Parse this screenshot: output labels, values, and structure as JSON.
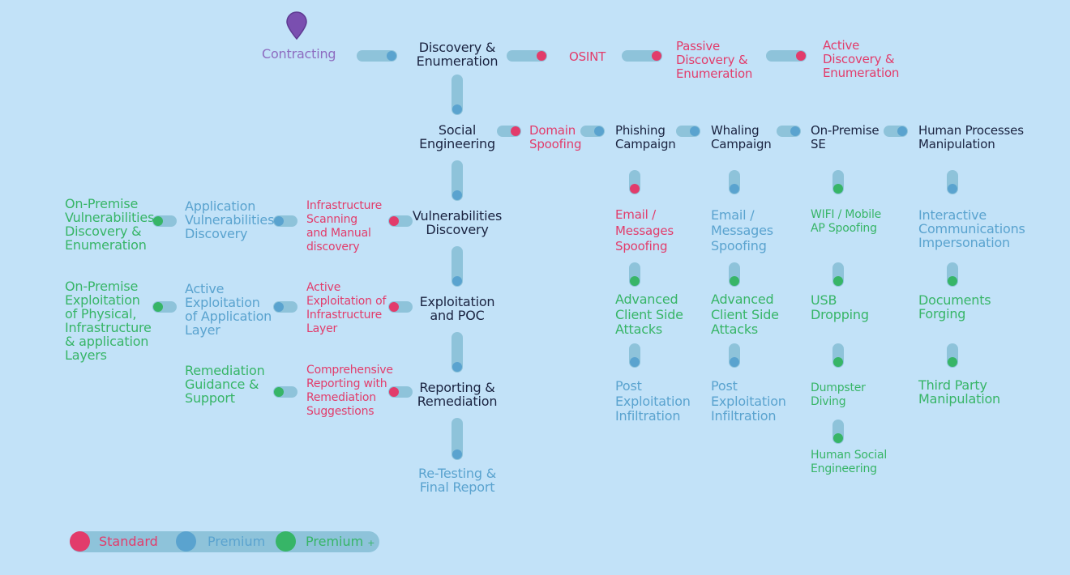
{
  "start": {
    "label": "Contracting"
  },
  "main_flow": [
    {
      "id": "discovery",
      "label": "Discovery &\nEnumeration"
    },
    {
      "id": "social",
      "label": "Social\nEngineering"
    },
    {
      "id": "vuln",
      "label": "Vulnerabilities\nDiscovery"
    },
    {
      "id": "exploit",
      "label": "Exploitation\nand POC"
    },
    {
      "id": "reporting",
      "label": "Reporting &\nRemediation"
    },
    {
      "id": "retest",
      "label": "Re-Testing &\nFinal Report"
    }
  ],
  "discovery_branch": {
    "osint": "OSINT",
    "passive": "Passive\nDiscovery &\nEnumeration",
    "active": "Active\nDiscovery &\nEnumeration"
  },
  "social_branch": {
    "domain_spoofing": "Domain\nSpoofing",
    "columns": [
      {
        "head": "Phishing\nCampaign",
        "items": [
          "Email /\nMessages\nSpoofing",
          "Advanced\nClient Side\nAttacks",
          "Post\nExploitation\nInfiltration"
        ]
      },
      {
        "head": "Whaling\nCampaign",
        "items": [
          "Email /\nMessages\nSpoofing",
          "Advanced\nClient Side\nAttacks",
          "Post\nExploitation\nInfiltration"
        ]
      },
      {
        "head": "On-Premise\nSE",
        "items": [
          "WIFI / Mobile\nAP Spoofing",
          "USB\nDropping",
          "Dumpster\nDiving",
          "Human Social\nEngineering"
        ]
      },
      {
        "head": "Human Processes\nManipulation",
        "items": [
          "Interactive\nCommunications\nImpersonation",
          "Documents\nForging",
          "Third Party\nManipulation"
        ]
      }
    ]
  },
  "vuln_branch": {
    "infra": "Infrastructure\nScanning\nand Manual\ndiscovery",
    "app": "Application\nVulnerabilities\nDiscovery",
    "onprem": "On-Premise\nVulnerabilities\nDiscovery &\nEnumeration"
  },
  "exploit_branch": {
    "infra": "Active\nExploitation of\nInfrastructure\nLayer",
    "app": "Active\nExploitation\nof Application\nLayer",
    "onprem": "On-Premise\nExploitation\nof Physical,\nInfrastructure\n& application\nLayers"
  },
  "reporting_branch": {
    "comprehensive": "Comprehensive\nReporting with\nRemediation\nSuggestions",
    "remediation": "Remediation\nGuidance &\nSupport"
  },
  "legend": {
    "standard": "Standard",
    "premium": "Premium",
    "premium_plus": "Premium",
    "plus_sign": "+"
  },
  "colors": {
    "background": "#c2e2f8",
    "standard": "#e23c6b",
    "premium": "#5aa3cf",
    "premium_plus": "#37b567",
    "connector": "#8ec3da",
    "start_pin": "#7a4fb0"
  }
}
